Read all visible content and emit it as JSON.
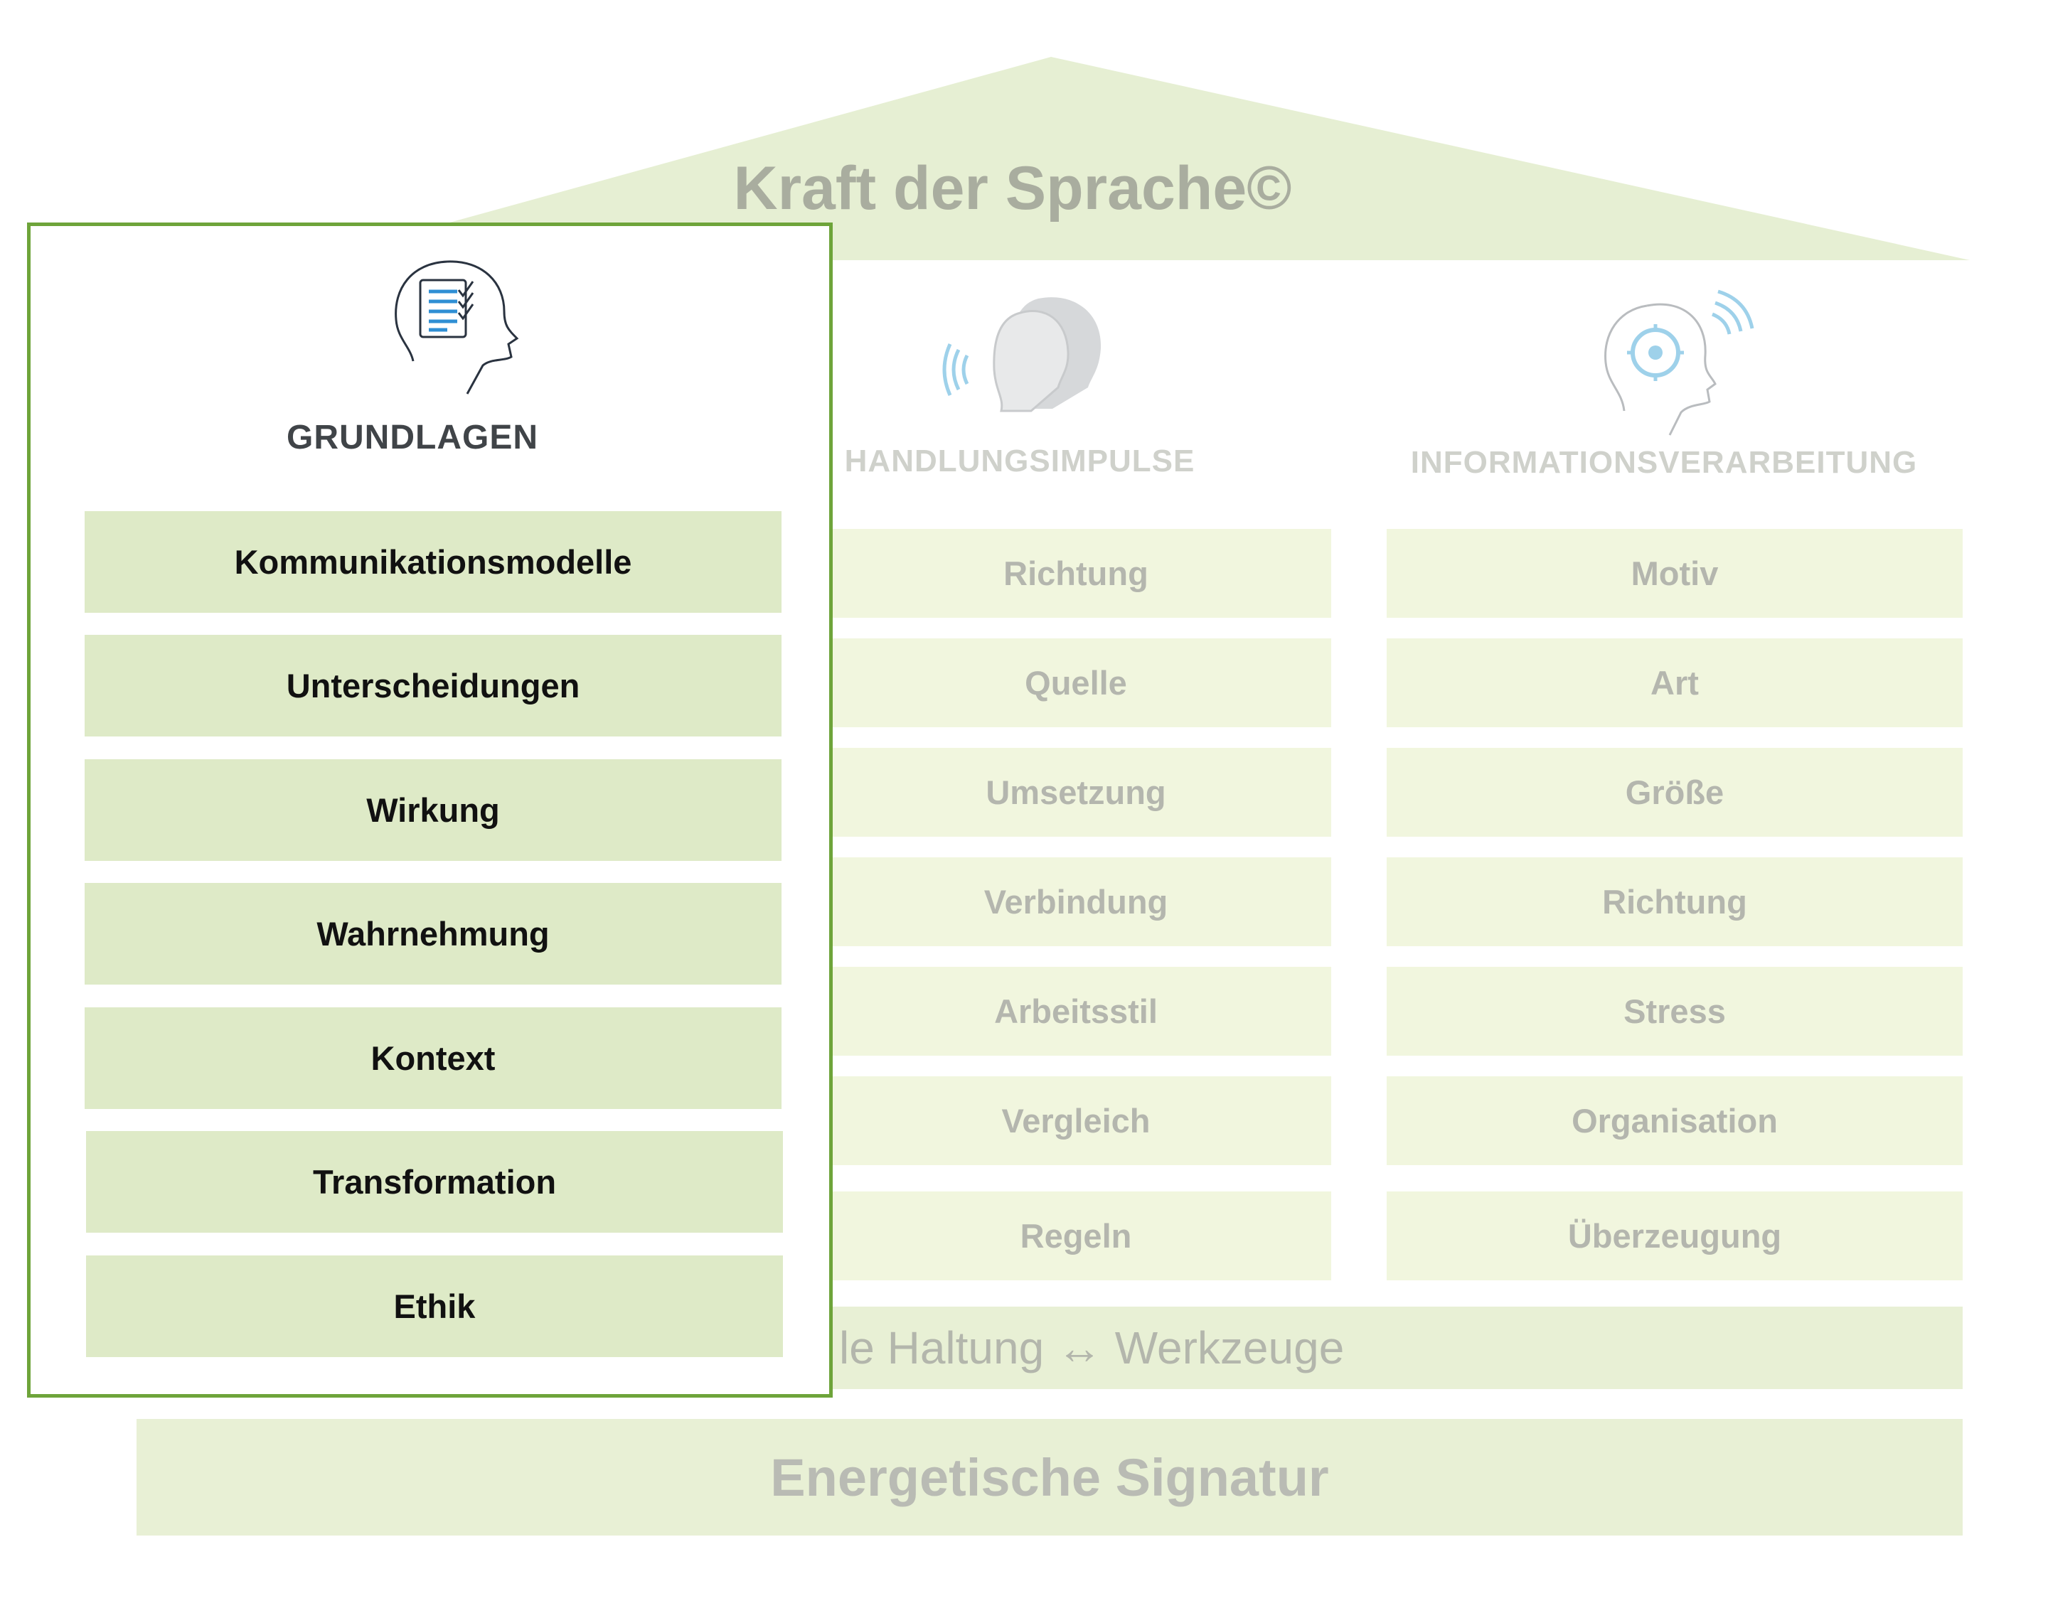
{
  "title": "Kraft der Sprache©",
  "grundlagen": {
    "heading": "GRUNDLAGEN",
    "items": [
      "Kommunikationsmodelle",
      "Unterscheidungen",
      "Wirkung",
      "Wahrnehmung",
      "Kontext",
      "Transformation",
      "Ethik"
    ]
  },
  "handlungsimpulse": {
    "heading": "HANDLUNGSIMPULSE",
    "items": [
      "Richtung",
      "Quelle",
      "Umsetzung",
      "Verbindung",
      "Arbeitsstil",
      "Vergleich",
      "Regeln"
    ]
  },
  "informationsverarbeitung": {
    "heading": "INFORMATIONSVERARBEITUNG",
    "items": [
      "Motiv",
      "Art",
      "Größe",
      "Richtung",
      "Stress",
      "Organisation",
      "Überzeugung"
    ]
  },
  "band_haltung": "le Haltung ↔ Werkzeuge",
  "band_signatur": "Energetische Signatur",
  "colors": {
    "panel_border": "#6ea43a",
    "active_box": "#deeac7",
    "faded_box": "#f1f6de",
    "roof": "#e6efd3"
  },
  "icons": [
    "head-checklist-icon",
    "head-silhouettes-icon",
    "sound-waves-icon",
    "head-target-icon"
  ]
}
